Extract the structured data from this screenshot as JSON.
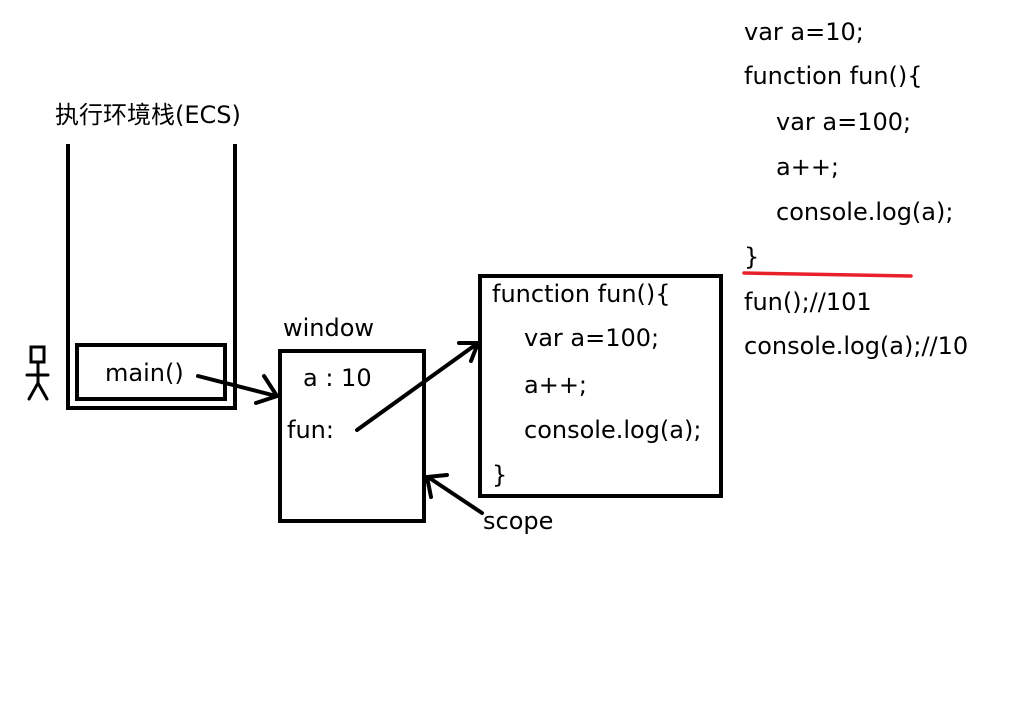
{
  "stack": {
    "title": "执行环境栈(ECS)",
    "frame_label": "main()"
  },
  "window": {
    "title": "window",
    "var_a": "a : 10",
    "var_fun": "fun:"
  },
  "function_box": {
    "lines": [
      "function fun(){",
      "var a=100;",
      "a++;",
      "console.log(a);",
      "}"
    ]
  },
  "scope_label": "scope",
  "code": {
    "lines": [
      "var a=10;",
      "function fun(){",
      "var a=100;",
      "a++;",
      "console.log(a);",
      "}",
      "fun();//101",
      "console.log(a);//10"
    ],
    "separator_color": "#e8202a"
  }
}
